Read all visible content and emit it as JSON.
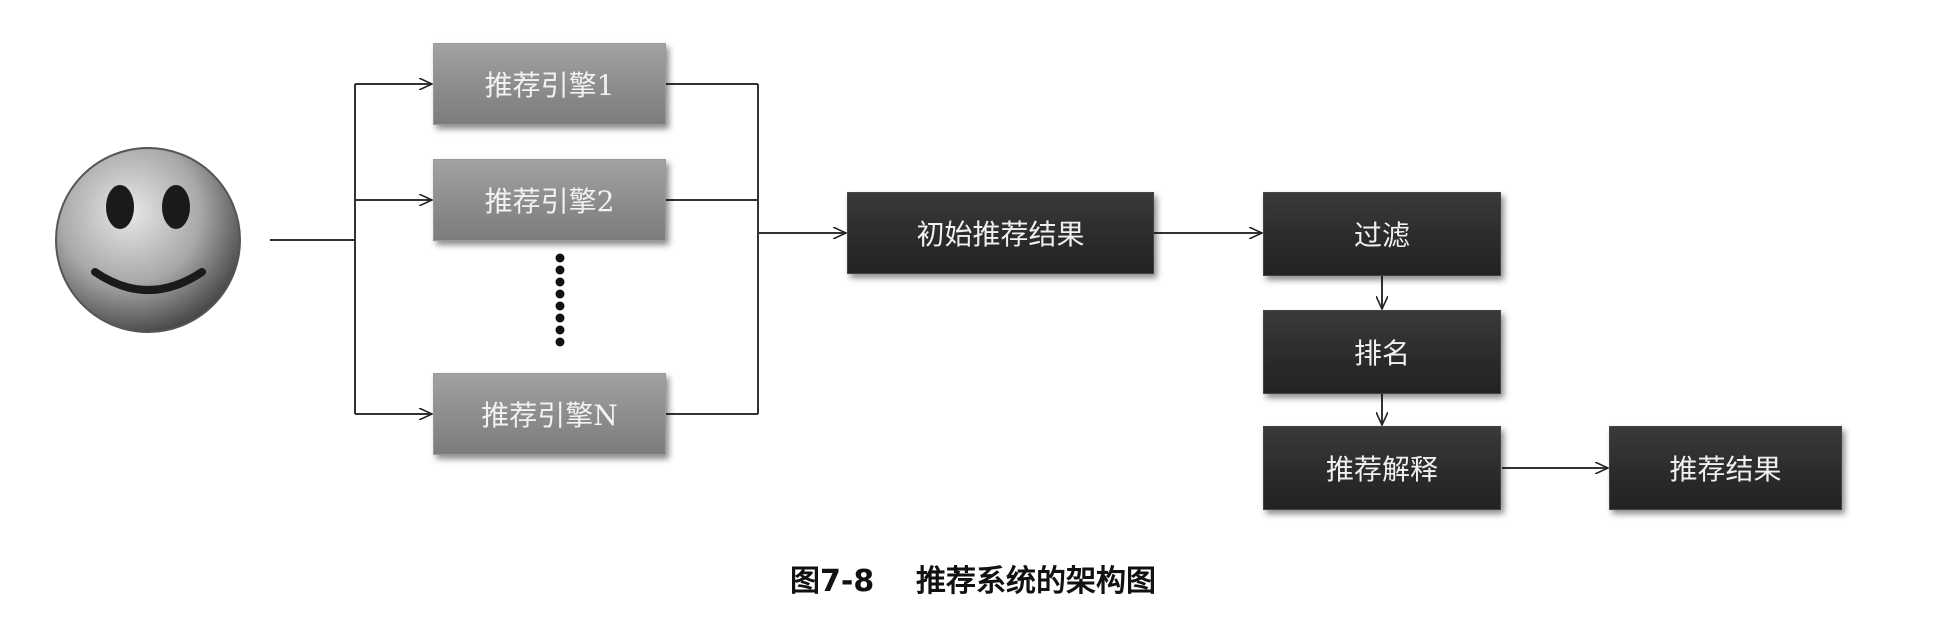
{
  "engines": {
    "engine_1": "推荐引擎1",
    "engine_2": "推荐引擎2",
    "engine_n": "推荐引擎N"
  },
  "stages": {
    "initial_results": "初始推荐结果",
    "filter": "过滤",
    "ranking": "排名",
    "explanation": "推荐解释",
    "final_results": "推荐结果"
  },
  "caption": {
    "figure_number": "图7-8",
    "title": "推荐系统的架构图"
  }
}
